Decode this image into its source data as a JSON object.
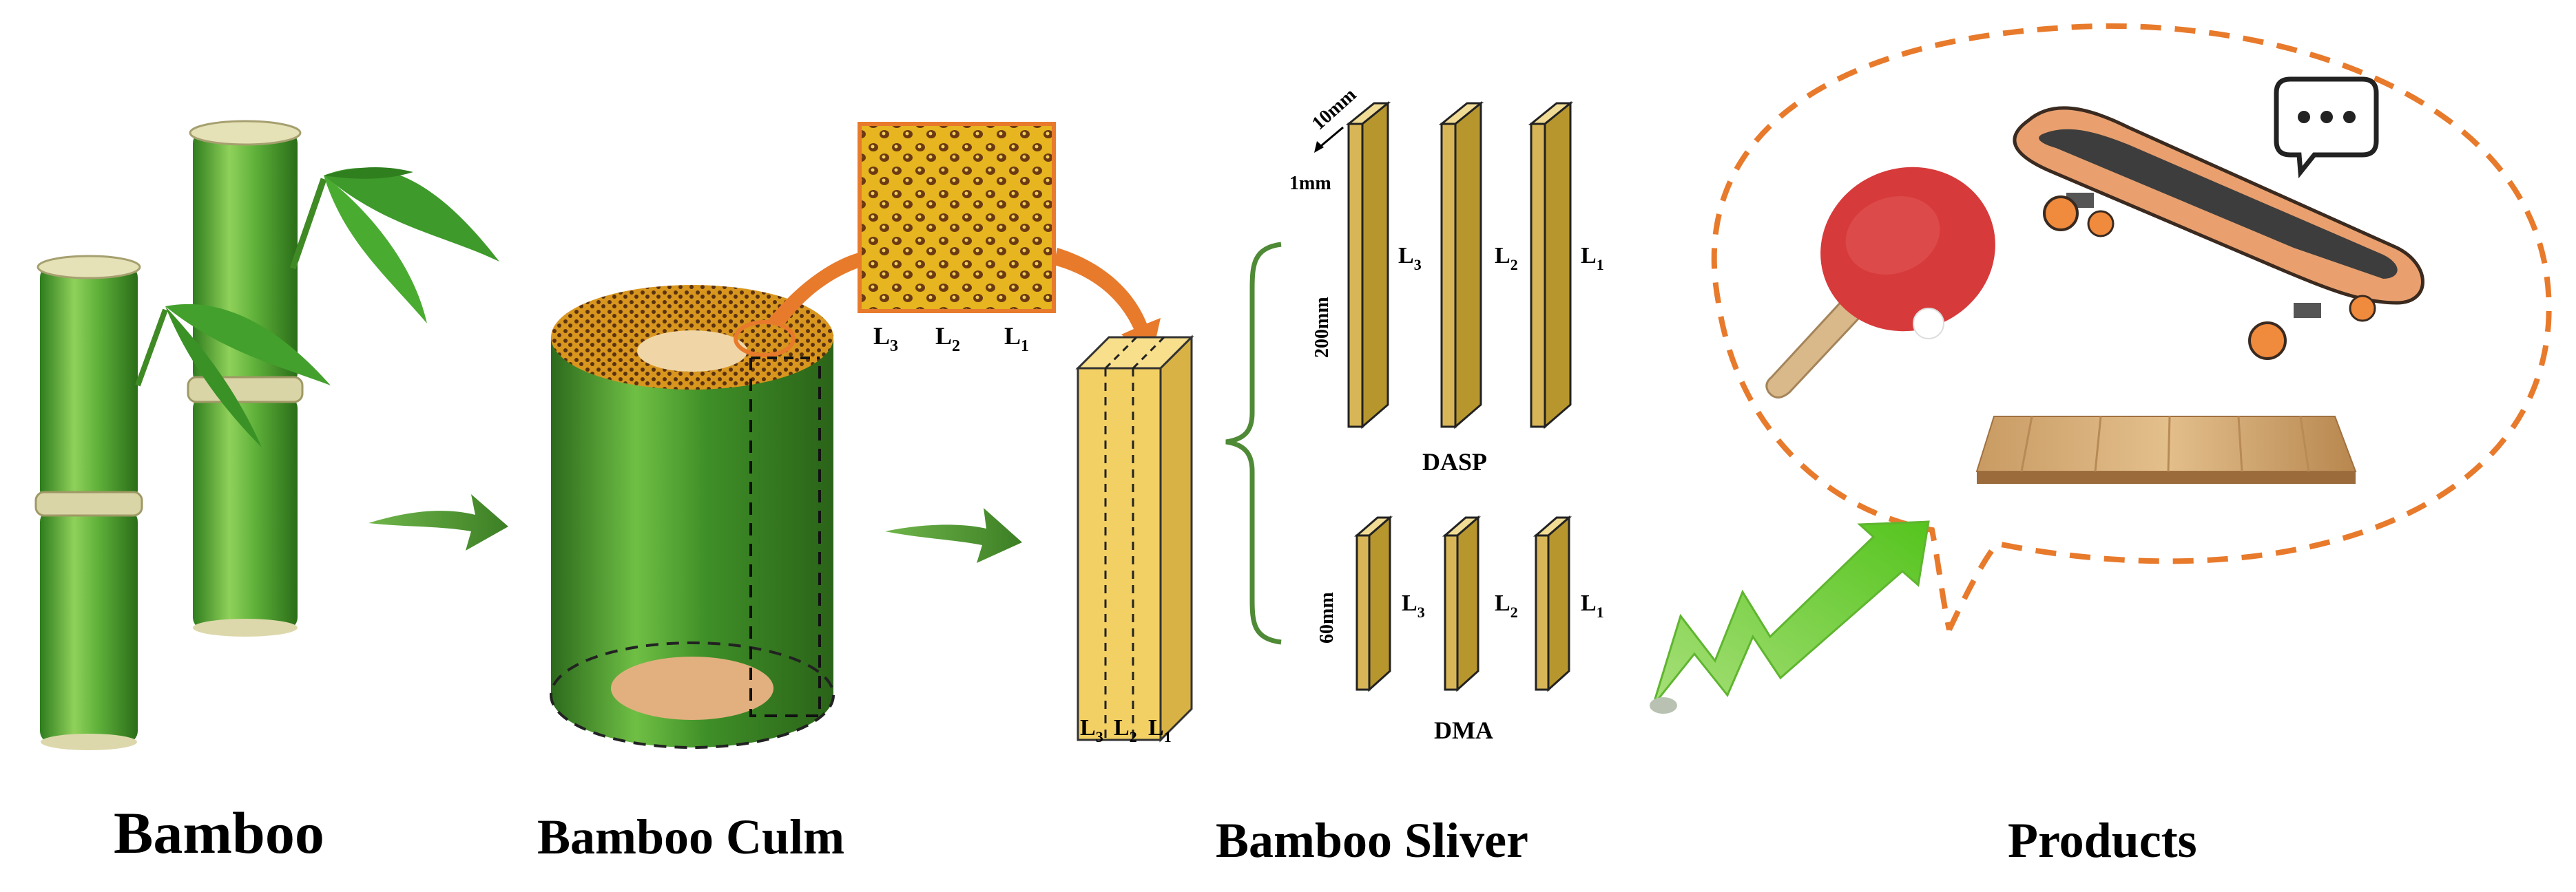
{
  "captions": {
    "bamboo": "Bamboo",
    "culm": "Bamboo Culm",
    "sliver": "Bamboo Sliver",
    "products": "Products"
  },
  "layers": {
    "l3": "L",
    "l3_sub": "3",
    "l2": "L",
    "l2_sub": "2",
    "l1": "L",
    "l1_sub": "1"
  },
  "dimensions": {
    "width": "10mm",
    "thickness": "1mm",
    "dasp_length": "200mm",
    "dma_length": "60mm"
  },
  "tests": {
    "dasp": "DASP",
    "dma": "DMA"
  },
  "icons": {
    "bamboo": "bamboo-plant-icon",
    "culm": "bamboo-culm-cylinder-icon",
    "cross_section": "vascular-bundle-micrograph-icon",
    "sliver_block": "sliver-block-icon",
    "pingpong": "ping-pong-paddle-icon",
    "skateboard": "skateboard-icon",
    "speech": "speech-bubble-icon",
    "floor": "wood-floor-board-icon",
    "growth": "growth-arrow-icon"
  },
  "colors": {
    "bamboo_green": "#5aa632",
    "accent_orange": "#e87a2c",
    "sliver_yellow": "#f3d063",
    "strip_tan": "#d8b657",
    "brace_green": "#4f8a36",
    "paddle_red": "#d73a3a"
  }
}
